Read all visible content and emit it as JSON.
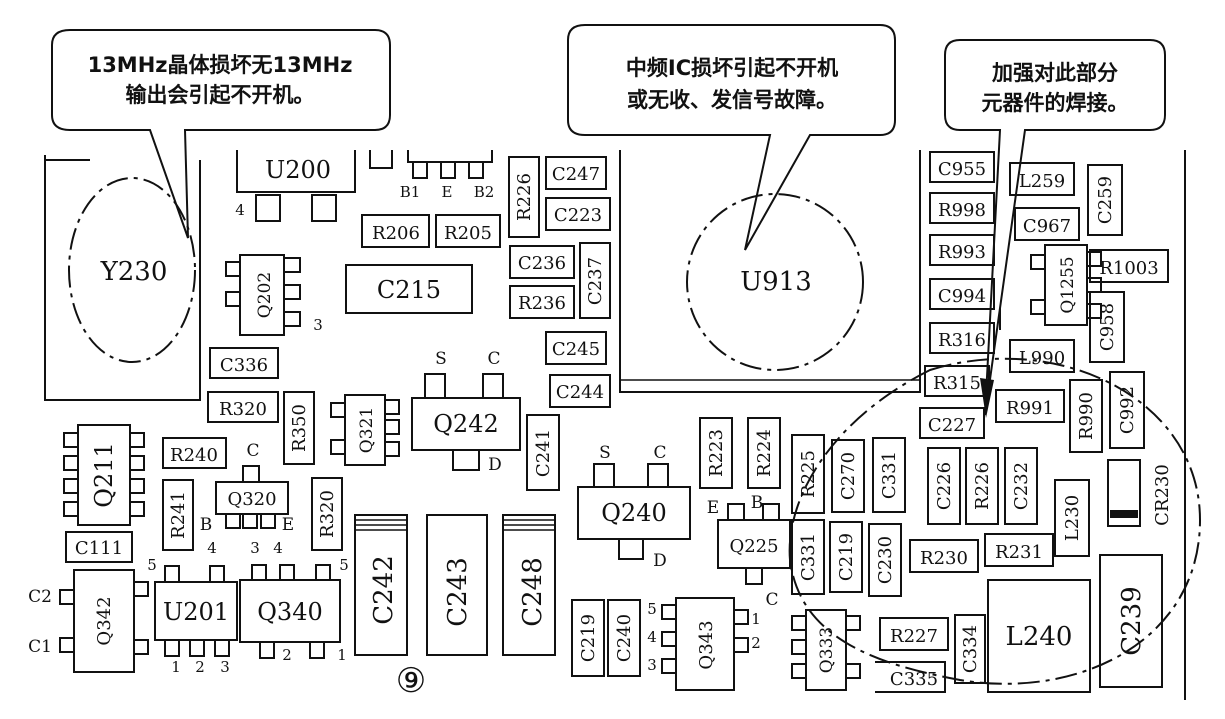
{
  "callouts": {
    "crystal": [
      "13MHz晶体损坏无13MHz",
      "输出会引起不开机。"
    ],
    "if_ic": [
      "中频IC损坏引起不开机",
      "或无收、发信号故障。"
    ],
    "solder": [
      "加强对此部分",
      "元器件的焊接。"
    ]
  },
  "figure_number": "⑨",
  "components": {
    "y230": "Y230",
    "u200": "U200",
    "u913": "U913",
    "u201": "U201",
    "q202": "Q202",
    "q211": "Q211",
    "q242": "Q242",
    "q240": "Q240",
    "q225": "Q225",
    "q320": "Q320",
    "q321": "Q321",
    "q340": "Q340",
    "q342": "Q342",
    "q343": "Q343",
    "q333": "Q333",
    "q1255": "Q1255",
    "c215": "C215",
    "c247": "C247",
    "c223": "C223",
    "c236": "C236",
    "c237": "C237",
    "c245": "C245",
    "c244": "C244",
    "c241": "C241",
    "c242": "C242",
    "c243": "C243",
    "c248": "C248",
    "c111": "C111",
    "c336": "C336",
    "c219a": "C219",
    "c240": "C240",
    "c219b": "C219",
    "c230": "C230",
    "c331a": "C331",
    "c331b": "C331",
    "c270": "C270",
    "c226": "C226",
    "c232": "C232",
    "c227": "C227",
    "c955": "C955",
    "c994": "C994",
    "c967": "C967",
    "c259": "C259",
    "c958": "C958",
    "c992": "C992",
    "c334": "C334",
    "c335": "C335",
    "c239": "C239",
    "cr230": "CR230",
    "r206": "R206",
    "r205": "R205",
    "r226a": "R226",
    "r236": "R236",
    "r320a": "R320",
    "r350": "R350",
    "r240": "R240",
    "r241": "R241",
    "r320b": "R320",
    "r223": "R223",
    "r224": "R224",
    "r225": "R225",
    "r230": "R230",
    "r231": "R231",
    "r226b": "R226",
    "r227": "R227",
    "r998": "R998",
    "r993": "R993",
    "r316": "R316",
    "r315": "R315",
    "r991": "R991",
    "r990": "R990",
    "r1003": "R1003",
    "l259": "L259",
    "l990": "L990",
    "l230": "L230",
    "l240": "L240"
  },
  "pin_labels": {
    "b1": "B1",
    "e": "E",
    "b2": "B2",
    "q242_s": "S",
    "q242_c": "C",
    "q242_d": "D",
    "q240_s": "S",
    "q240_c": "C",
    "q240_d": "D",
    "q225_e": "E",
    "q225_b": "B",
    "q225_c": "C",
    "q320_c": "C",
    "q320_b": "B",
    "q320_e": "E",
    "u200_4": "4",
    "q202_3": "3",
    "u201_5": "5",
    "u201_4": "4",
    "u201_1": "1",
    "u201_2": "2",
    "u201_3": "3",
    "q340_3": "3",
    "q340_4": "4",
    "q340_5": "5",
    "q340_2": "2",
    "q340_1": "1",
    "q342_c2": "C2",
    "q342_c1": "C1",
    "q343_5": "5",
    "q343_4": "4",
    "q343_3": "3",
    "q343_1": "1",
    "q343_2": "2"
  }
}
